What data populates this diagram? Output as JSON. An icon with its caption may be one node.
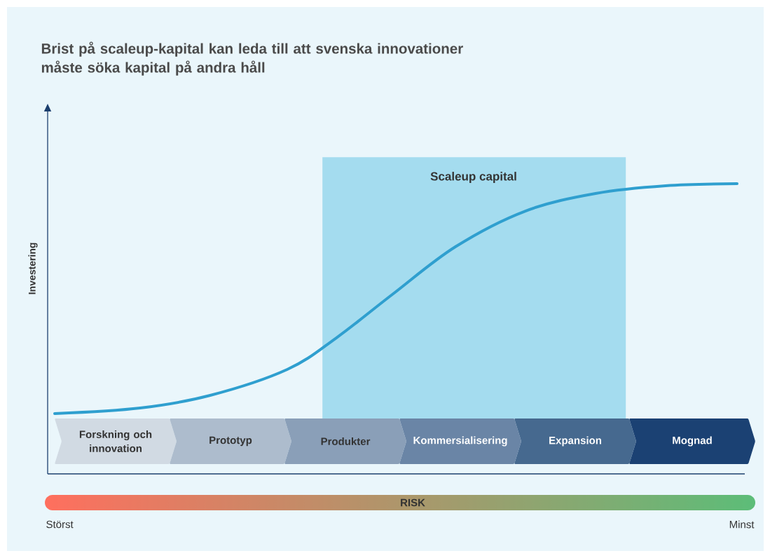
{
  "diagram": {
    "title": "Brist på scaleup-kapital kan leda till att svenska innovationer måste söka kapital på andra håll",
    "nodes": [
      {
        "text": [
          "Scaleup capital"
        ]
      },
      {
        "text": [
          "Forskning och innovation"
        ]
      },
      {
        "text": [
          "Prototyp"
        ]
      },
      {
        "text": [
          "Produkter"
        ]
      },
      {
        "text": [
          "Kommersialisering"
        ]
      },
      {
        "text": [
          "Expansion"
        ]
      },
      {
        "text": [
          "Mognad"
        ]
      },
      {
        "text": [
          "RISK"
        ]
      }
    ],
    "labels": [
      "Investering",
      "Störst",
      "Minst"
    ]
  }
}
